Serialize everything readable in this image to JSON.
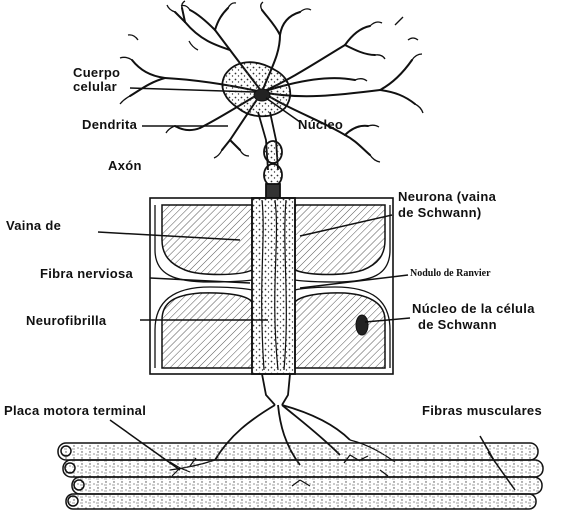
{
  "labels": {
    "cuerpo_line1": "Cuerpo",
    "cuerpo_line2": "celular",
    "dendrita": "Dendrita",
    "nucleo": "Núcleo",
    "axon": "Axón",
    "neurona_line1": "Neurona (vaina",
    "neurona_line2": "de Schwann)",
    "vaina": "Vaina de",
    "fibra_nerviosa": "Fibra nerviosa",
    "nodulo": "Nodulo de Ranvier",
    "nucleo_celula_line1": "Núcleo de la célula",
    "nucleo_celula_line2": "de Schwann",
    "neurofibrilla": "Neurofibrilla",
    "placa": "Placa motora terminal",
    "fibras": "Fibras musculares"
  },
  "colors": {
    "ink": "#111111",
    "hatch": "#555555",
    "paper": "#ffffff"
  }
}
